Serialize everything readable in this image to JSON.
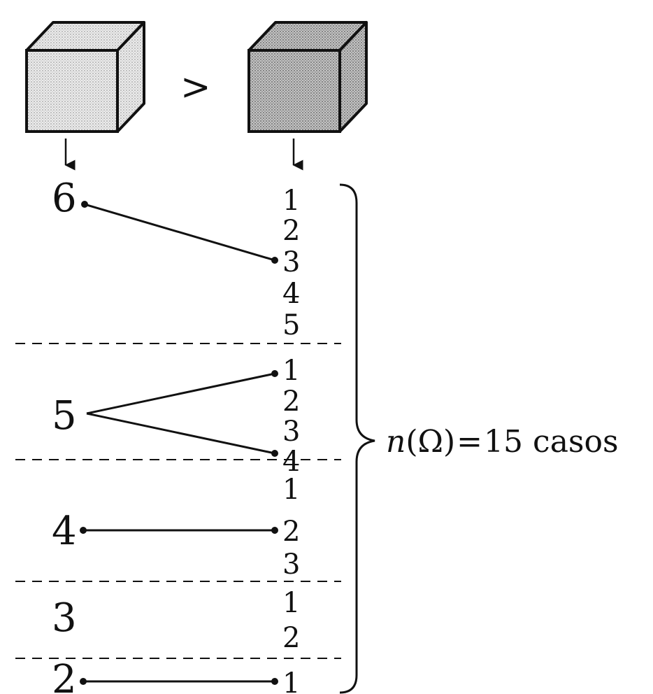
{
  "comparison_symbol": ">",
  "colors": {
    "ink": "#111111",
    "cube_fill_light": "#e8e8e8",
    "cube_fill_dark": "#bdbdbd",
    "background": "#ffffff"
  },
  "groups": [
    {
      "left": "6",
      "right": [
        "1",
        "2",
        "3",
        "4",
        "5"
      ]
    },
    {
      "left": "5",
      "right": [
        "1",
        "2",
        "3",
        "4"
      ]
    },
    {
      "left": "4",
      "right": [
        "1",
        "2",
        "3"
      ]
    },
    {
      "left": "3",
      "right": [
        "1",
        "2"
      ]
    },
    {
      "left": "2",
      "right": [
        "1"
      ]
    }
  ],
  "total_label": {
    "n": "n",
    "paren_open": "(",
    "omega": "Ω",
    "paren_close": ")",
    "equals": "=",
    "value": "15",
    "unit": "casos"
  }
}
